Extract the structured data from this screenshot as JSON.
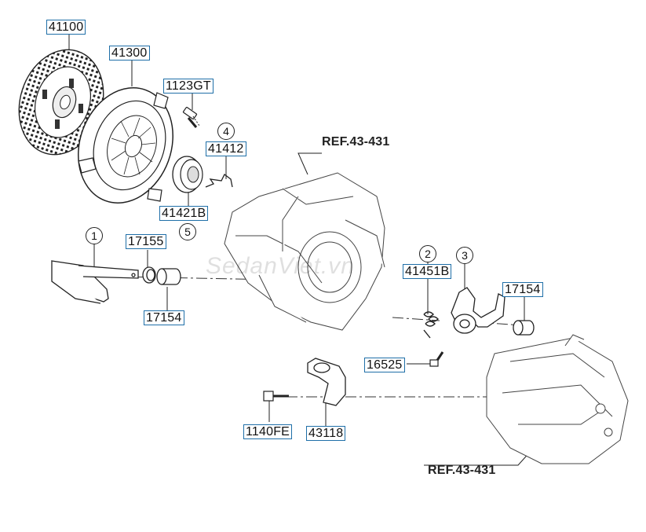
{
  "parts": {
    "p41100": "41100",
    "p41300": "41300",
    "p1123gt": "1123GT",
    "p41412": "41412",
    "p41421b": "41421B",
    "p17155": "17155",
    "p17154_left": "17154",
    "p41451b": "41451B",
    "p17154_right": "17154",
    "p16525": "16525",
    "p1140fe": "1140FE",
    "p43118": "43118"
  },
  "refs": {
    "top": "REF.43-431",
    "bottom": "REF.43-431"
  },
  "callouts": {
    "c1": "1",
    "c2": "2",
    "c3": "3",
    "c4": "4",
    "c5": "5"
  },
  "watermark": "SedanViet.vn",
  "colors": {
    "label_border": "#1f6fa8",
    "line": "#222222"
  }
}
